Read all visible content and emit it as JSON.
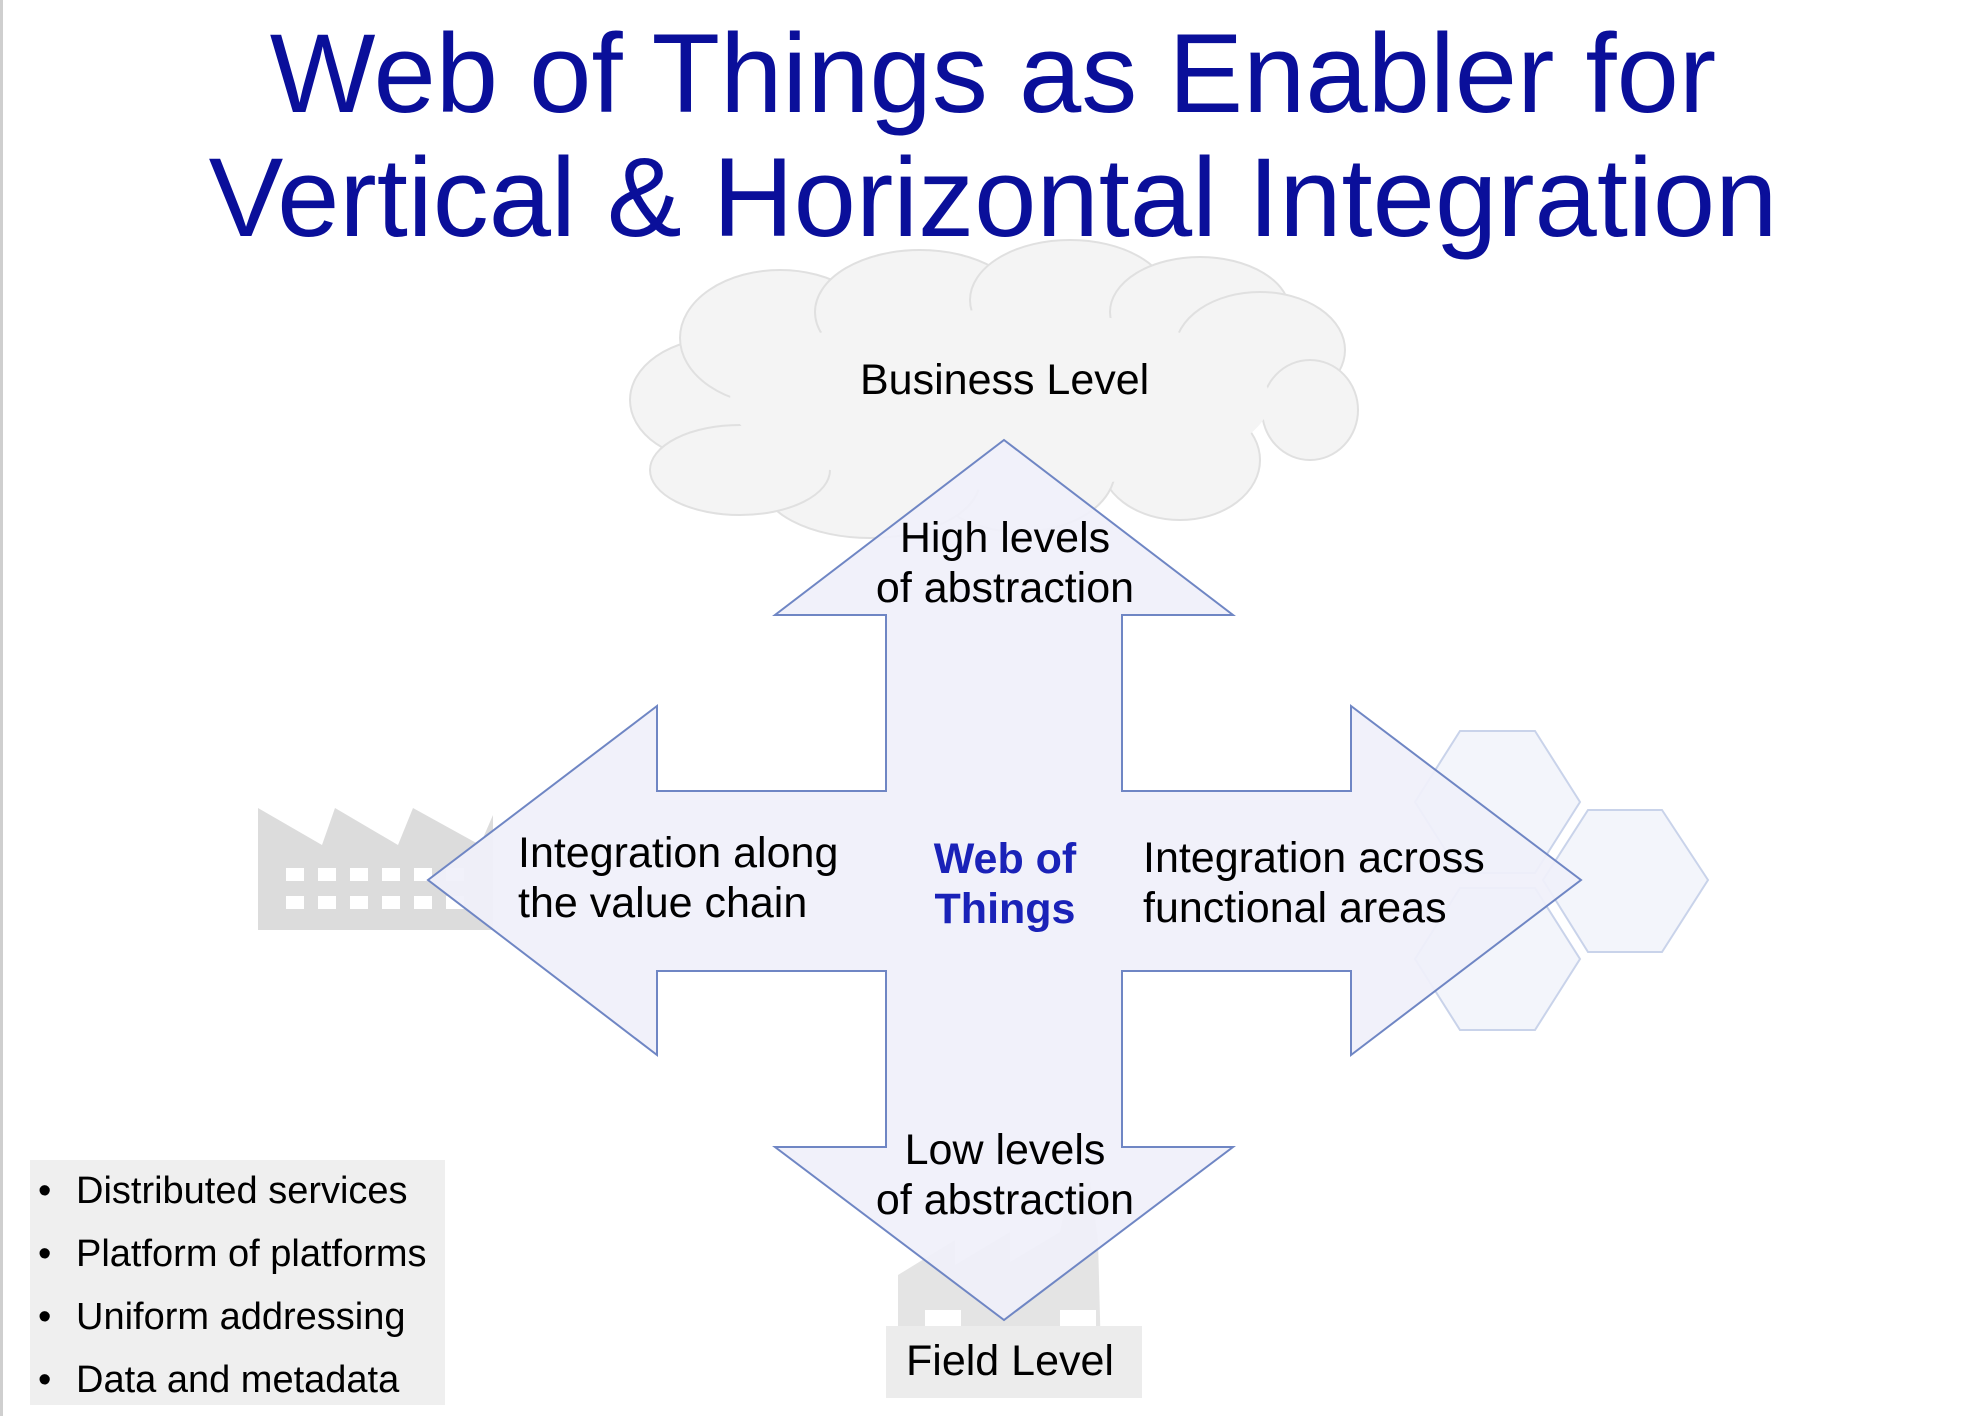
{
  "title": {
    "line1": "Web of Things as Enabler for",
    "line2": "Vertical & Horizontal Integration"
  },
  "colors": {
    "title": "#0a0f9a",
    "center_label": "#1a22b8",
    "arrow_fill": "#f0f0fa",
    "arrow_stroke": "#6f86c4",
    "cloud_fill": "#f4f4f4",
    "factory_gray": "#dcdcdc"
  },
  "diagram": {
    "top_node": "Business Level",
    "up_arrow": {
      "line1": "High levels",
      "line2": "of abstraction"
    },
    "down_arrow": {
      "line1": "Low levels",
      "line2": "of abstraction"
    },
    "left_arrow": {
      "line1": "Integration along",
      "line2": "the value chain"
    },
    "right_arrow": {
      "line1": "Integration across",
      "line2": "functional areas"
    },
    "center": {
      "line1": "Web of",
      "line2": "Things"
    },
    "bottom_node": "Field Level",
    "icons": {
      "top": "cloud-icon",
      "left": "factory-icon",
      "right": "hexagon-cluster-icon",
      "bottom": "factory-building-icon"
    }
  },
  "bullets": [
    "Distributed services",
    "Platform of platforms",
    "Uniform addressing",
    "Data and metadata"
  ]
}
